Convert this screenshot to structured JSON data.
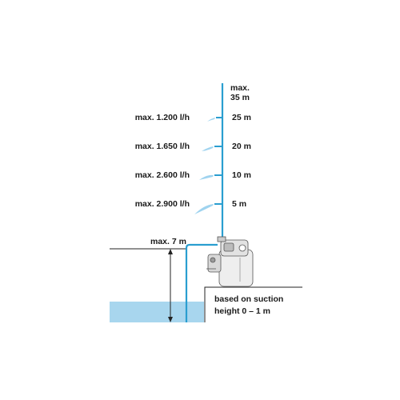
{
  "max_label": {
    "line1": "max.",
    "line2": "35 m"
  },
  "heights": [
    {
      "flow": "max. 1.200 l/h",
      "height": "25 m"
    },
    {
      "flow": "max. 1.650 l/h",
      "height": "20 m"
    },
    {
      "flow": "max. 2.600 l/h",
      "height": "10 m"
    },
    {
      "flow": "max. 2.900 l/h",
      "height": "5 m"
    }
  ],
  "suction": {
    "label": "max. 7 m"
  },
  "note": {
    "line1": "based on suction",
    "line2": "height 0 – 1 m"
  },
  "colors": {
    "pipe": "#2a9ed0",
    "water": "#a8d6ee",
    "spray": "#9fd3ef",
    "line": "#222222"
  },
  "icons": [
    "water-spray-icon",
    "pump-icon",
    "arrow-up-icon",
    "arrow-down-icon"
  ]
}
